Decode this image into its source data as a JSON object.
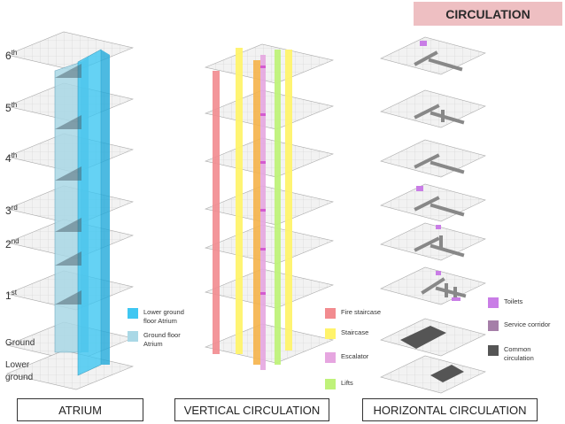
{
  "title": "CIRCULATION",
  "floors": {
    "f6": {
      "num": "6",
      "sup": "th"
    },
    "f5": {
      "num": "5",
      "sup": "th"
    },
    "f4": {
      "num": "4",
      "sup": "th"
    },
    "f3": {
      "num": "3",
      "sup": "rd"
    },
    "f2": {
      "num": "2",
      "sup": "nd"
    },
    "f1": {
      "num": "1",
      "sup": "st"
    },
    "ground": "Ground",
    "lower1": "Lower",
    "lower2": "ground"
  },
  "legend_atrium": [
    {
      "label": "Lower ground floor Atrium",
      "color": "#3fc7f2"
    },
    {
      "label": "Ground floor Atrium",
      "color": "#a9d8e6"
    }
  ],
  "legend_vertical": [
    {
      "label": "Fire staircase",
      "color": "#f28b8f"
    },
    {
      "label": "Staircase",
      "color": "#fff36b"
    },
    {
      "label": "Escalator",
      "color": "#e6a6e0"
    },
    {
      "label": "Lifts",
      "color": "#bff27a"
    }
  ],
  "legend_horizontal": [
    {
      "label": "Toilets",
      "color": "#c97de6"
    },
    {
      "label": "Service corridor",
      "color": "#a57fa8"
    },
    {
      "label": "Common circulation",
      "color": "#555555"
    }
  ],
  "captions": {
    "atrium": "ATRIUM",
    "vertical": "VERTICAL CIRCULATION",
    "horizontal": "HORIZONTAL CIRCULATION"
  }
}
